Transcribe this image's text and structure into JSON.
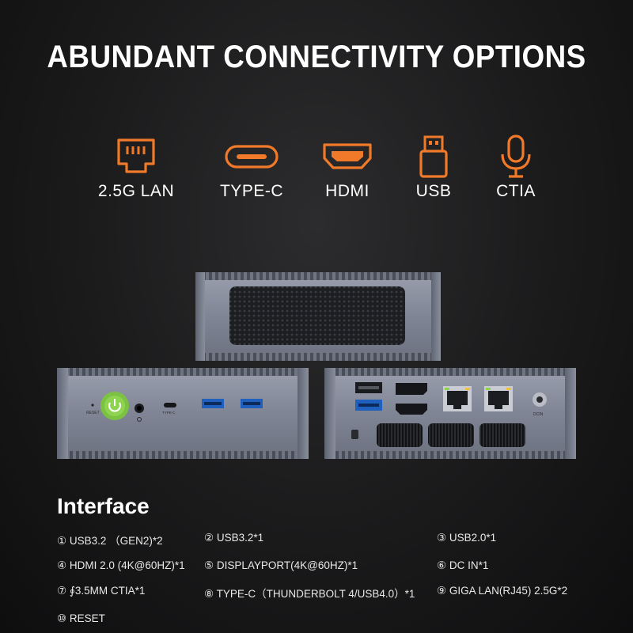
{
  "headline": "ABUNDANT CONNECTIVITY OPTIONS",
  "accent_color": "#f07a2a",
  "features": [
    {
      "icon": "ethernet-port-icon",
      "label": "2.5G LAN"
    },
    {
      "icon": "usb-c-port-icon",
      "label": "TYPE-C"
    },
    {
      "icon": "hdmi-port-icon",
      "label": "HDMI"
    },
    {
      "icon": "usb-port-icon",
      "label": "USB"
    },
    {
      "icon": "microphone-icon",
      "label": "CTIA"
    }
  ],
  "front_panel": {
    "reset_label": "RESET",
    "typec_label": "TYPE-C",
    "power_color": "#7cc242"
  },
  "back_panel": {
    "dc_label": "DCIN"
  },
  "interface": {
    "title": "Interface",
    "items": [
      {
        "text": "① USB3.2 （GEN2)*2"
      },
      {
        "text": "② USB3.2*1"
      },
      {
        "text": "③ USB2.0*1"
      },
      {
        "text": "④ HDMI 2.0 (4K@60HZ)*1"
      },
      {
        "text": "⑤ DISPLAYPORT(4K@60HZ)*1"
      },
      {
        "text": "⑥ DC IN*1"
      },
      {
        "text": "⑦ ∮3.5MM CTIA*1"
      },
      {
        "text": "⑧ TYPE-C（THUNDERBOLT 4/USB4.0）*1"
      },
      {
        "text": "⑨ GIGA LAN(RJ45) 2.5G*2"
      },
      {
        "text": "⑩ RESET"
      }
    ]
  }
}
